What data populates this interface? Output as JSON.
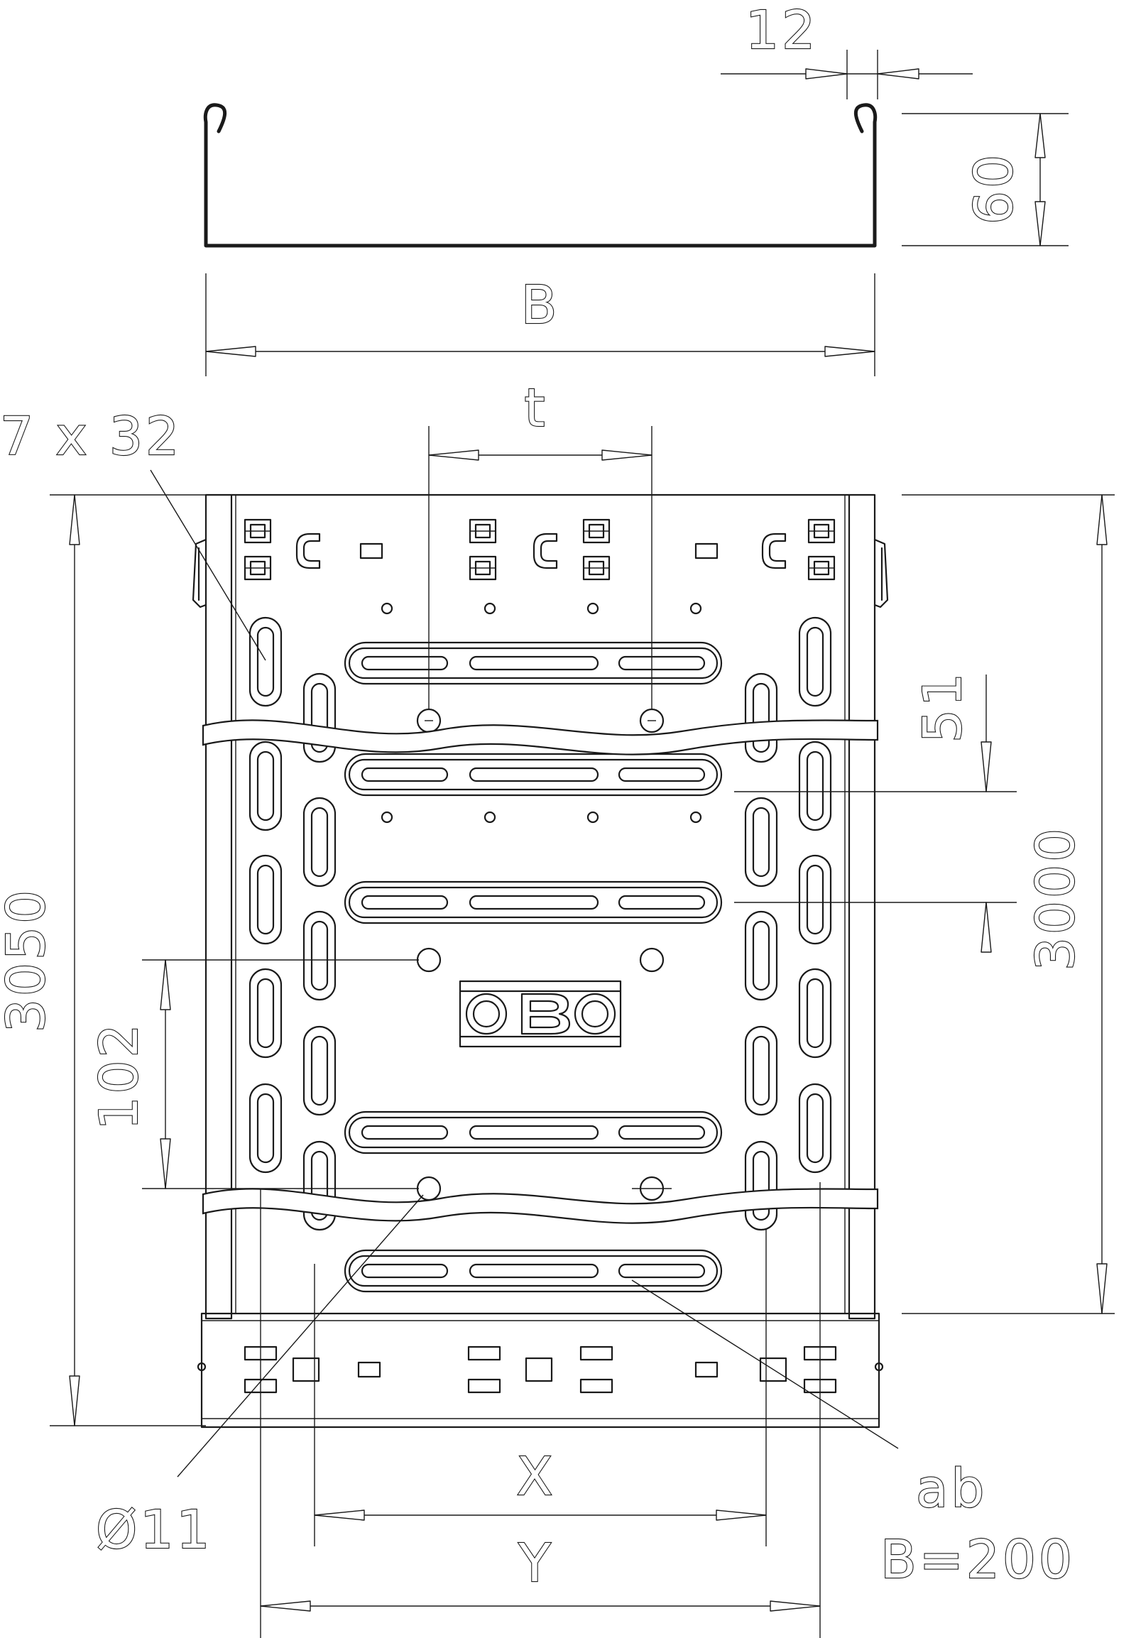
{
  "labels": {
    "top_gap": "12",
    "side_height": "60",
    "width_b": "B",
    "slot_size": "7 x 32",
    "hole_pitch_t": "t",
    "slot_pitch": "51",
    "total_length": "3050",
    "useful_length": "3000",
    "hole_spacing": "102",
    "x_dim": "X",
    "y_dim": "Y",
    "hole_diameter": "Ø11",
    "ab": "ab",
    "b_value": "B=200",
    "logo": "OBO"
  },
  "colors": {
    "line": "#1a1a1a",
    "background": "#ffffff"
  }
}
